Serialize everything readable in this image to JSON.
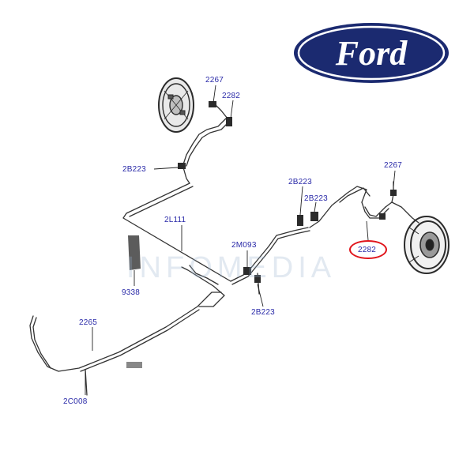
{
  "brand": {
    "logo_text": "Ford",
    "logo_color": "#1b2a70"
  },
  "watermark": "INFOMEDIA",
  "highlight_color": "#e0141b",
  "label_color": "#2a2aa8",
  "labels": {
    "rear_left_adjuster": "2267",
    "rear_left_hose": "2282",
    "left_clip": "2B223",
    "main_line": "2L111",
    "bracket": "9338",
    "front_line": "2265",
    "front_connector": "2C008",
    "junction": "2M093",
    "junction_clip": "2B223",
    "upper_clip_1": "2B223",
    "upper_clip_2": "2B223",
    "rear_right_adjuster": "2267",
    "rear_right_hose": "2282"
  }
}
